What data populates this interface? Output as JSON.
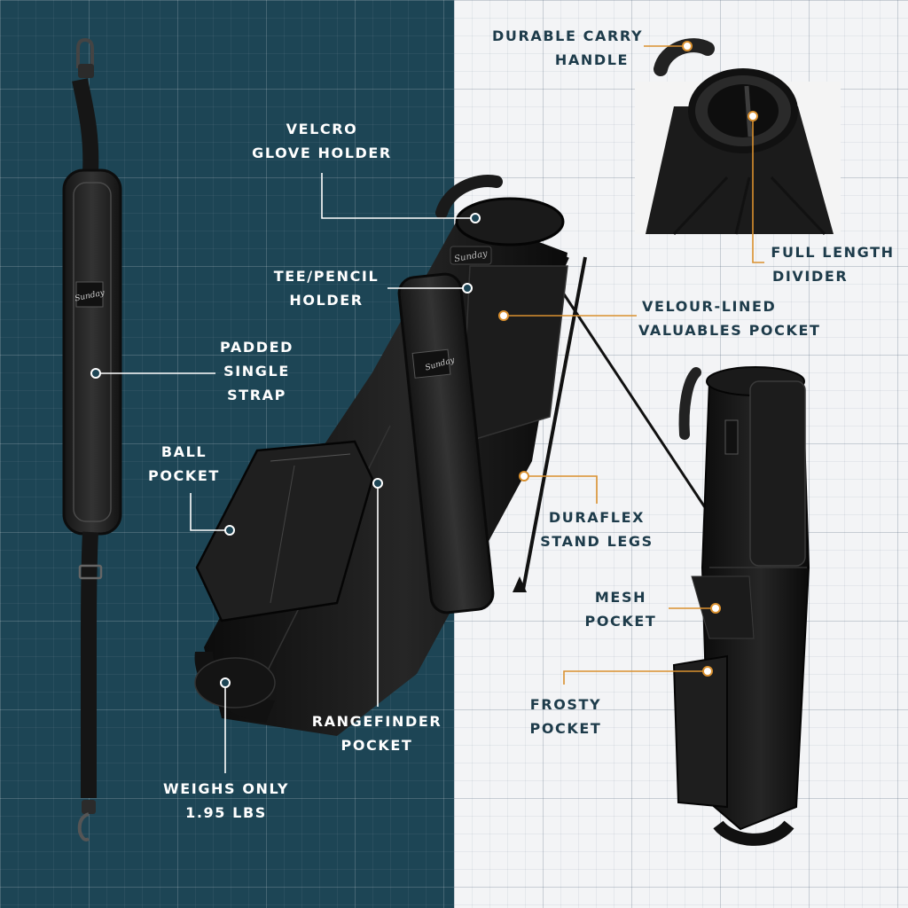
{
  "callouts": {
    "durable_carry_handle": [
      "DURABLE CARRY",
      "HANDLE"
    ],
    "velcro_glove_holder": [
      "VELCRO",
      "GLOVE HOLDER"
    ],
    "full_length_divider": [
      "FULL LENGTH",
      "DIVIDER"
    ],
    "tee_pencil_holder": [
      "TEE/PENCIL",
      "HOLDER"
    ],
    "velour_lined_valuables_pocket": [
      "VELOUR-LINED",
      "VALUABLES POCKET"
    ],
    "padded_single_strap": [
      "PADDED",
      "SINGLE",
      "STRAP"
    ],
    "ball_pocket": [
      "BALL",
      "POCKET"
    ],
    "duraflex_stand_legs": [
      "DURAFLEX",
      "STAND LEGS"
    ],
    "mesh_pocket": [
      "MESH",
      "POCKET"
    ],
    "frosty_pocket": [
      "FROSTY",
      "POCKET"
    ],
    "rangefinder_pocket": [
      "RANGEFINDER",
      "POCKET"
    ],
    "weighs_only": [
      "WEIGHS ONLY",
      "1.95 LBS"
    ]
  },
  "brand_logo": "Sunday",
  "colors": {
    "left_panel": "#1d4555",
    "right_panel": "#f3f4f6",
    "label_dark_panel": "#ffffff",
    "label_light_panel": "#1d3b4a",
    "leader_accent": "#d9902f"
  }
}
